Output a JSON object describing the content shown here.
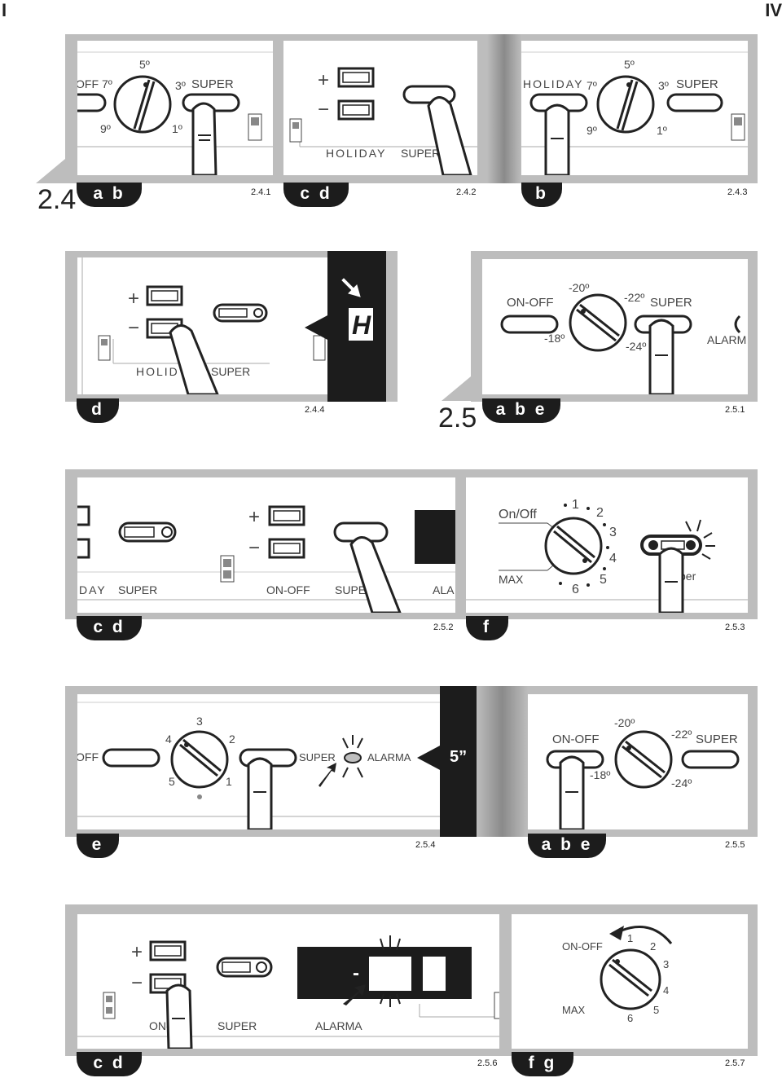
{
  "page": {
    "left_marker": "I",
    "right_marker": "IV"
  },
  "sections": [
    {
      "number": "2.4"
    },
    {
      "number": "2.5"
    }
  ],
  "panels": [
    {
      "tab": "a b",
      "fig": "2.4.1"
    },
    {
      "tab": "c d",
      "fig": "2.4.2"
    },
    {
      "tab": "b",
      "fig": "2.4.3"
    },
    {
      "tab": "d",
      "fig": "2.4.4"
    },
    {
      "tab": "a b e",
      "fig": "2.5.1"
    },
    {
      "tab": "c d",
      "fig": "2.5.2"
    },
    {
      "tab": "f",
      "fig": "2.5.3"
    },
    {
      "tab": "e",
      "fig": "2.5.4"
    },
    {
      "tab": "a b e",
      "fig": "2.5.5"
    },
    {
      "tab": "c d",
      "fig": "2.5.6"
    },
    {
      "tab": "f g",
      "fig": "2.5.7"
    }
  ],
  "labels": {
    "off": "OFF",
    "on_off": "ON-OFF",
    "on_off_mixed": "On/Off",
    "max": "MAX",
    "super": "SUPER",
    "super_small": "per",
    "holiday": "HOLIDAY",
    "holiday_cut": "HOLID",
    "day_cut": "DAY",
    "super_cut": "SUPE",
    "alarm": "ALARM",
    "alarma": "ALARMA",
    "ala_cut": "ALA",
    "on_cut": "ON-",
    "display_h": "H",
    "seconds": "5”",
    "minus": "-",
    "plus_sign": "+",
    "minus_sign": "−",
    "t5": "5º",
    "t7": "7º",
    "t3": "3º",
    "t9": "9º",
    "t1": "1º",
    "m20": "-20º",
    "m22": "-22º",
    "m18": "-18º",
    "m24": "-24º",
    "n1": "1",
    "n2": "2",
    "n3": "3",
    "n4": "4",
    "n5": "5",
    "n6": "6"
  },
  "colors": {
    "frame": "#bdbdbd",
    "dark": "#1c1c1c",
    "led": "#bfbfbf"
  }
}
